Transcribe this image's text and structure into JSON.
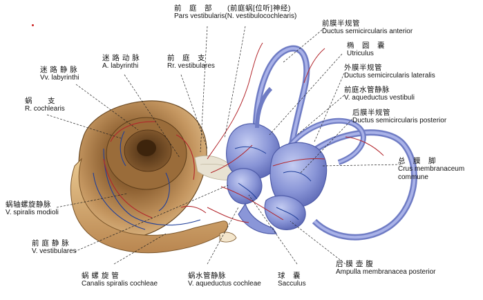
{
  "labels": [
    {
      "key": "pars_vestibularis",
      "zh": "前　庭　部　　(前庭蜗[位听]神经)",
      "la": "Pars vestibularis(N. vestibulocochlearis)"
    },
    {
      "key": "ductus_sc_anterior",
      "zh": "前膜半规管",
      "la": "Ductus semicircularis anterior"
    },
    {
      "key": "utriculus",
      "zh": "椭　圆　囊",
      "la": "Utriculus"
    },
    {
      "key": "a_labyrinthi",
      "zh": "迷 路 动 脉",
      "la": "A. labyrinthi"
    },
    {
      "key": "rr_vestibulares",
      "zh": "前　庭　支",
      "la": "Rr. vestibulares"
    },
    {
      "key": "vv_labyrinthi",
      "zh": "迷 路 静 脉",
      "la": "Vv. labyrinthi"
    },
    {
      "key": "ductus_sc_lateralis",
      "zh": "外膜半规管",
      "la": "Ductus semicircularis lateralis"
    },
    {
      "key": "v_aqueductus_vestibuli",
      "zh": "前庭水管静脉",
      "la": "V. aqueductus vestibuli"
    },
    {
      "key": "r_cochlearis",
      "zh": "蜗　　支",
      "la": "R. cochlearis"
    },
    {
      "key": "ductus_sc_posterior",
      "zh": "后膜半规管",
      "la": "Ductus semicircularis posterior"
    },
    {
      "key": "crus_commune",
      "zh": "总　膜　脚",
      "la": "Crus membranaceum commune"
    },
    {
      "key": "v_spiralis_modioli",
      "zh": "蜗轴螺旋静脉",
      "la": "V. spiralis modioli"
    },
    {
      "key": "vv_vestibulares",
      "zh": "前 庭 静 脉",
      "la": "V. vestibulares"
    },
    {
      "key": "canalis_spiralis",
      "zh": "蜗 螺 旋 管",
      "la": "Canalis spiralis cochleae"
    },
    {
      "key": "v_aqueductus_cochleae",
      "zh": "蜗水管静脉",
      "la": "V. aqueductus cochleae"
    },
    {
      "key": "sacculus",
      "zh": "球　囊",
      "la": "Sacculus"
    },
    {
      "key": "ampulla_posterior",
      "zh": "后 膜 壶 腹",
      "la": "Ampulla membranacea posterior"
    }
  ],
  "colors": {
    "cochlea_light": "#d9b07a",
    "cochlea_mid": "#a97a45",
    "cochlea_dark": "#6b4a24",
    "labyrinth_fill": "#8a96d8",
    "labyrinth_stroke": "#4e5ba8",
    "artery": "#b2242a",
    "vein": "#1f3f9a",
    "nerve": "#e8e2d2",
    "leader": "#222222"
  }
}
